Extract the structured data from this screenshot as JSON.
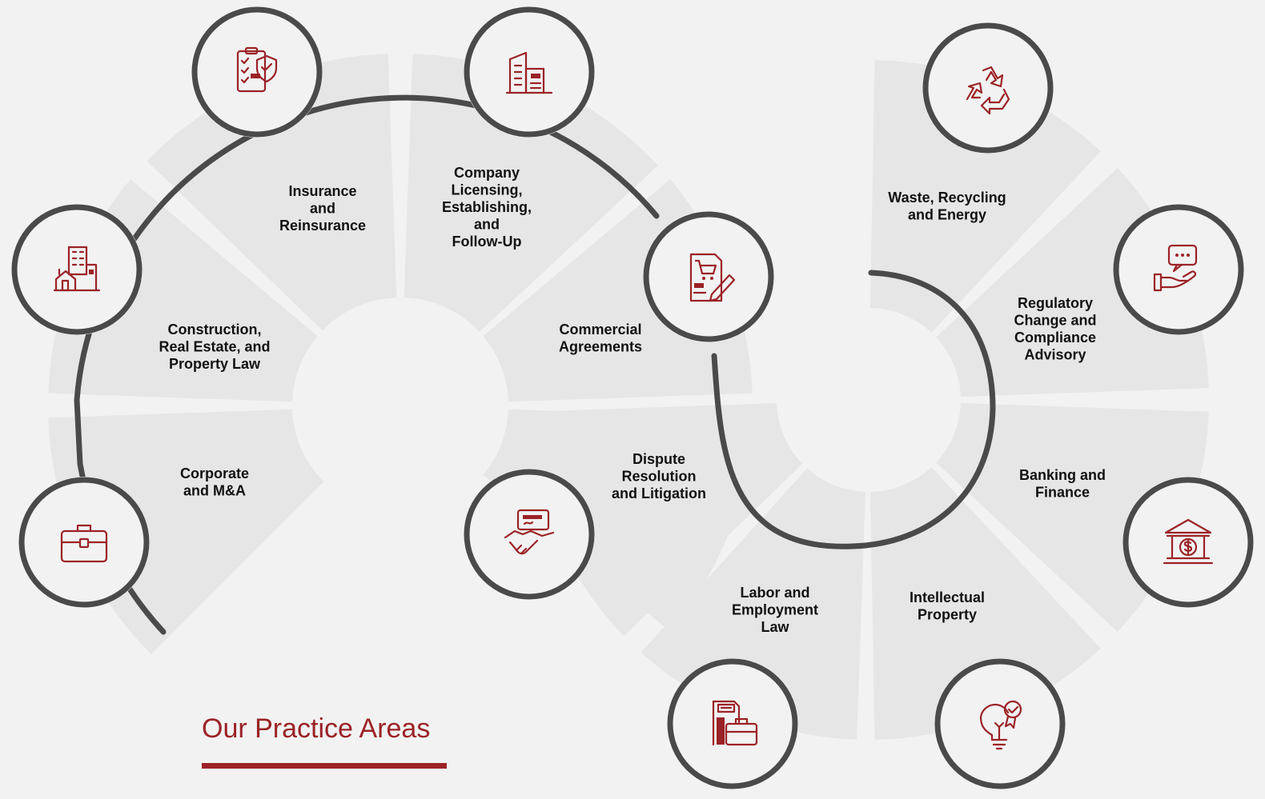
{
  "page_title": "Our Practice Areas",
  "colors": {
    "background": "#f2f2f2",
    "sector": "#e6e6e6",
    "ring": "#4a4a4a",
    "accent": "#9b2226",
    "label": "#111111"
  },
  "practice_areas": [
    {
      "id": "insurance",
      "label_lines": [
        "Insurance",
        "and",
        "Reinsurance"
      ],
      "icon": "clipboard-shield-icon"
    },
    {
      "id": "company-licensing",
      "label_lines": [
        "Company",
        "Licensing,",
        "Establishing,",
        "and",
        "Follow-Up"
      ],
      "icon": "office-building-icon"
    },
    {
      "id": "construction",
      "label_lines": [
        "Construction,",
        "Real Estate, and",
        "Property Law"
      ],
      "icon": "real-estate-buildings-icon"
    },
    {
      "id": "corporate",
      "label_lines": [
        "Corporate",
        "and M&A"
      ],
      "icon": "briefcase-icon"
    },
    {
      "id": "commercial",
      "label_lines": [
        "Commercial",
        "Agreements"
      ],
      "icon": "shopping-cart-document-icon"
    },
    {
      "id": "dispute",
      "label_lines": [
        "Dispute",
        "Resolution",
        "and Litigation"
      ],
      "icon": "handshake-agreement-icon"
    },
    {
      "id": "labor",
      "label_lines": [
        "Labor and",
        "Employment",
        "Law"
      ],
      "icon": "job-briefcase-icon"
    },
    {
      "id": "waste",
      "label_lines": [
        "Waste, Recycling",
        "and Energy"
      ],
      "icon": "recycle-icon"
    },
    {
      "id": "regulatory",
      "label_lines": [
        "Regulatory",
        "Change and",
        "Compliance",
        "Advisory"
      ],
      "icon": "chat-hand-icon"
    },
    {
      "id": "banking",
      "label_lines": [
        "Banking and",
        "Finance"
      ],
      "icon": "bank-dollar-icon"
    },
    {
      "id": "ip",
      "label_lines": [
        "Intellectual",
        "Property"
      ],
      "icon": "lightbulb-badge-icon"
    }
  ]
}
